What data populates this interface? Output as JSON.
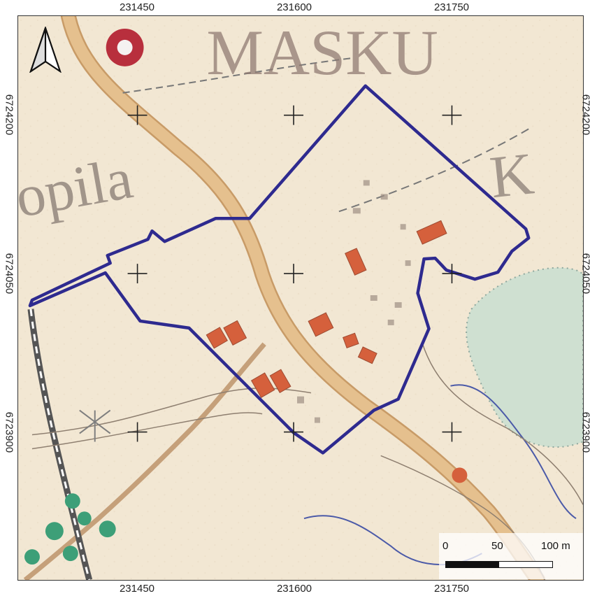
{
  "map": {
    "x_labels": [
      "231450",
      "231600",
      "231750"
    ],
    "y_labels": [
      "6724200",
      "6724050",
      "6723900"
    ],
    "place_text": [
      "MASKU",
      "opila",
      "K"
    ],
    "north_symbol": "north-arrow-icon",
    "boundary_color": "#2e2a8f",
    "building_color": "#d5603c",
    "water_color": "#cfe0d1"
  },
  "scale_bar": {
    "labels": [
      "0",
      "50",
      "100 m"
    ],
    "segment_colors": [
      "#111111",
      "#ffffff"
    ]
  }
}
